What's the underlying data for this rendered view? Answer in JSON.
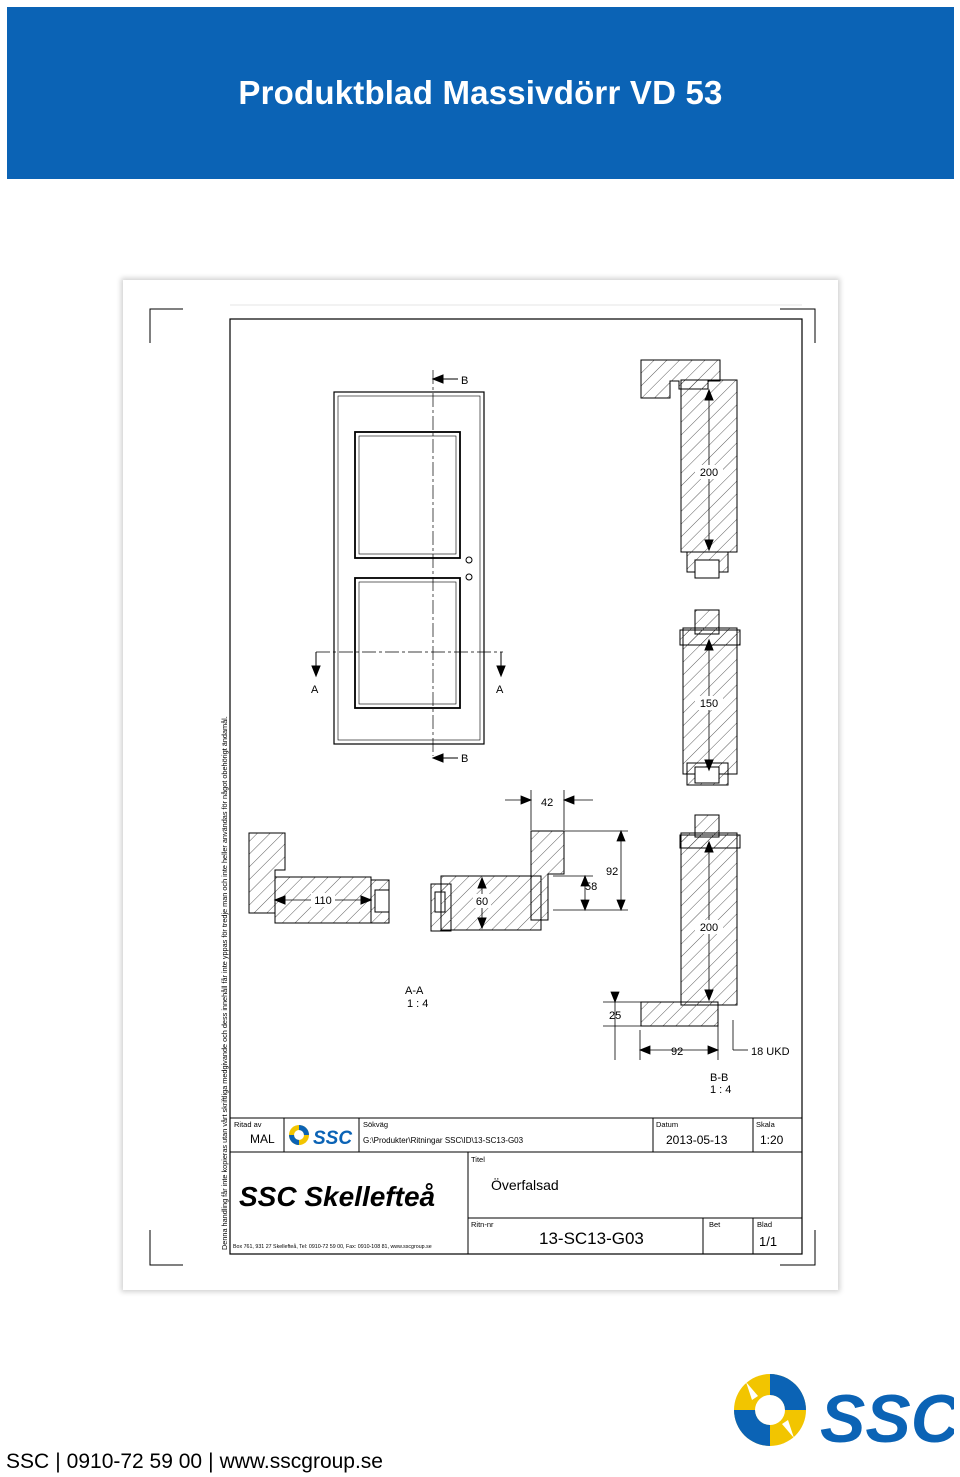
{
  "header": {
    "title": "Produktblad Massivdörr VD 53"
  },
  "drawing": {
    "side_note": "Denna handling får inte kopieras utan vårt skriftliga medgivande och dess innehåll får inte yppas för tredje man och inte heller användas för något obehörigt ändamål.",
    "section_markers": {
      "b_top": "B",
      "b_bottom": "B",
      "a_left": "A",
      "a_right": "A"
    },
    "dimensions": {
      "d200_top": "200",
      "d150": "150",
      "d200_bottom": "200",
      "d42": "42",
      "d92_right": "92",
      "d58": "58",
      "d110": "110",
      "d60": "60",
      "d25": "25",
      "d92_bottom": "92",
      "d18ukd": "18 UKD"
    },
    "views": {
      "aa_label": "A-A",
      "aa_scale": "1 : 4",
      "bb_label": "B-B",
      "bb_scale": "1 : 4"
    },
    "title_block": {
      "ritad_av_label": "Ritad av",
      "ritad_av_value": "MAL",
      "sokvag_label": "Sökväg",
      "sokvag_value": "G:\\Produkter\\Ritningar SSC\\ID\\13-SC13-G03",
      "datum_label": "Datum",
      "datum_value": "2013-05-13",
      "skala_label": "Skala",
      "skala_value": "1:20",
      "titel_label": "Titel",
      "titel_value": "Överfalsad",
      "ritnr_label": "Ritn-nr",
      "ritnr_value": "13-SC13-G03",
      "bet_label": "Bet",
      "blad_label": "Blad",
      "blad_value": "1/1",
      "small_logo_text": "SSC",
      "company": "SSC Skellefteå",
      "address": "Box 761, 931 27 Skellefteå, Tel: 0910-72 59 00, Fax: 0910-108 81, www.sscgroup.se"
    }
  },
  "footer": {
    "company": "SSC",
    "phone": "0910-72 59 00",
    "web": "www.sscgroup.se",
    "separator": "|"
  },
  "logo": {
    "text": "SSC"
  },
  "colors": {
    "header_bg": "#0b63b5",
    "logo_blue": "#0b63b5",
    "logo_yellow": "#f2c500"
  }
}
